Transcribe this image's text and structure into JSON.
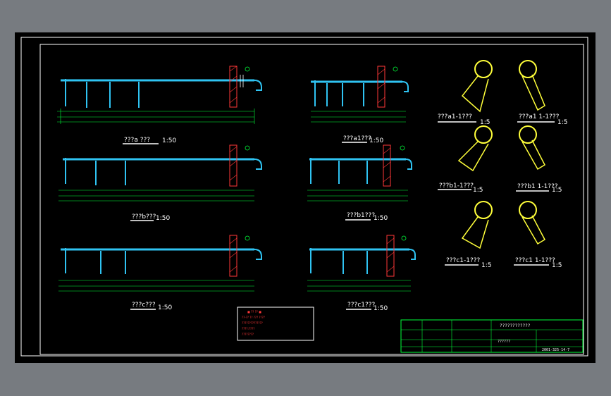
{
  "colors": {
    "background": "#777b80",
    "sheet": "#000000",
    "frame": "#ffffff",
    "pipe": "#2fc3f2",
    "dimension": "#00ff3a",
    "wall": "#ff3838",
    "section": "#ffff3a",
    "titleblock": "#00ff3a",
    "note_border": "#ffffff",
    "note_text": "#ff3838"
  },
  "elevations": [
    {
      "caption": "???a ???",
      "scale": "1:50"
    },
    {
      "caption": "???a1???",
      "scale": "1:50"
    },
    {
      "caption": "???b???",
      "scale": "1:50"
    },
    {
      "caption": "???b1???",
      "scale": "1:50"
    },
    {
      "caption": "???c???",
      "scale": "1:50"
    },
    {
      "caption": "???c1???",
      "scale": "1:50"
    }
  ],
  "sections": [
    {
      "caption": "???a1-1???",
      "scale": "1:5"
    },
    {
      "caption": "???a1 1-1???",
      "scale": "1:5"
    },
    {
      "caption": "???b1-1???",
      "scale": "1:5"
    },
    {
      "caption": "???b1 1-1???",
      "scale": "1:5"
    },
    {
      "caption": "???c1-1???",
      "scale": "1:5"
    },
    {
      "caption": "???c1 1-1???",
      "scale": "1:5"
    }
  ],
  "note_box": {
    "lines": [
      "■ ?? ?? ■",
      "??-?? ?? ??? ????",
      "??????????????",
      "????:????",
      "????????"
    ]
  },
  "title_block": {
    "project": "????????????",
    "drawing_name": "??????",
    "drawing_no": "2001-325-14-7"
  }
}
